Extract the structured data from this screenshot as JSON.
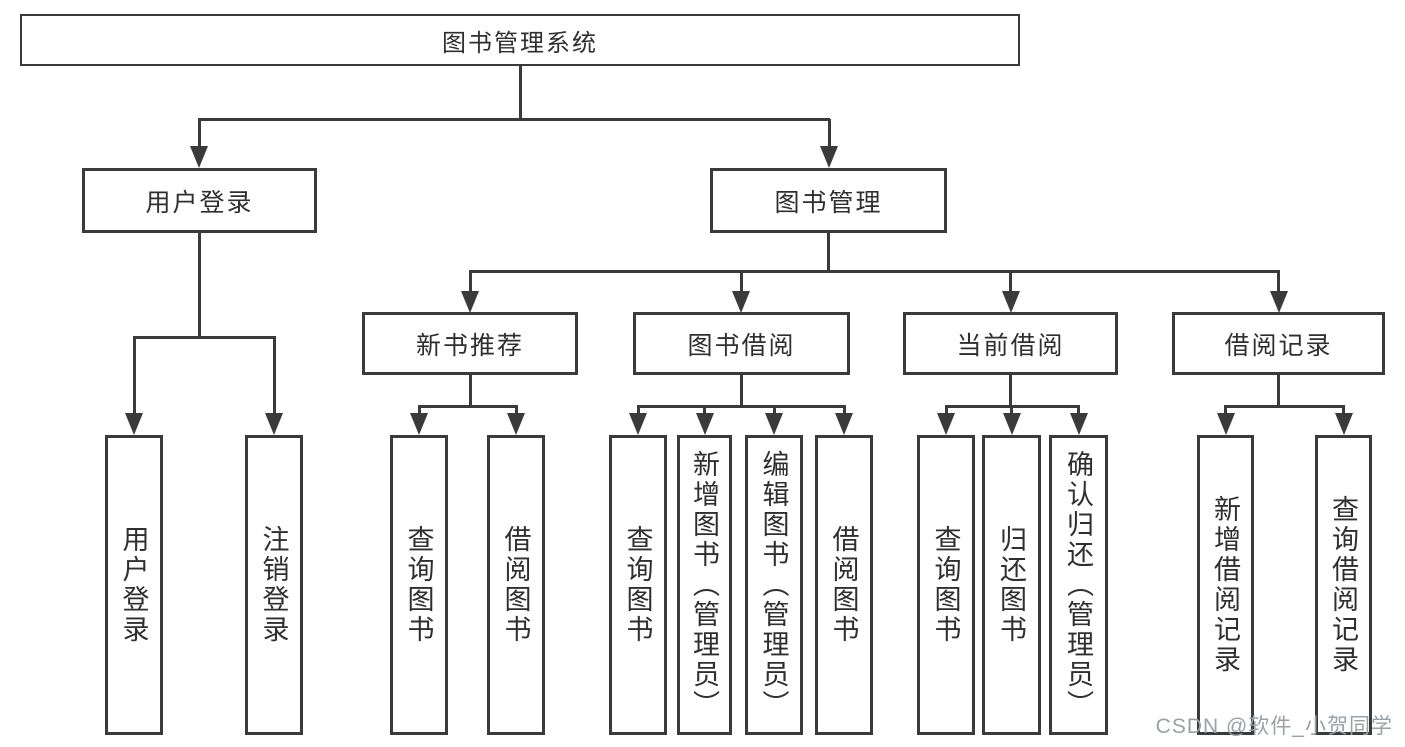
{
  "diagram": {
    "root": {
      "label": "图书管理系统"
    },
    "branches": [
      {
        "label": "用户登录",
        "children": [
          "用户登录",
          "注销登录"
        ]
      },
      {
        "label": "图书管理",
        "children": [
          {
            "label": "新书推荐",
            "children": [
              "查询图书",
              "借阅图书"
            ]
          },
          {
            "label": "图书借阅",
            "children": [
              "查询图书",
              "新增图书（管理员）",
              "编辑图书（管理员）",
              "借阅图书"
            ]
          },
          {
            "label": "当前借阅",
            "children": [
              "查询图书",
              "归还图书",
              "确认归还（管理员）"
            ]
          },
          {
            "label": "借阅记录",
            "children": [
              "新增借阅记录",
              "查询借阅记录"
            ]
          }
        ]
      }
    ]
  },
  "watermark": "CSDN @软件_小贺同学",
  "colors": {
    "line": "#3a3a3a",
    "text": "#2f2f2f",
    "watermark": "#99a1a8"
  }
}
